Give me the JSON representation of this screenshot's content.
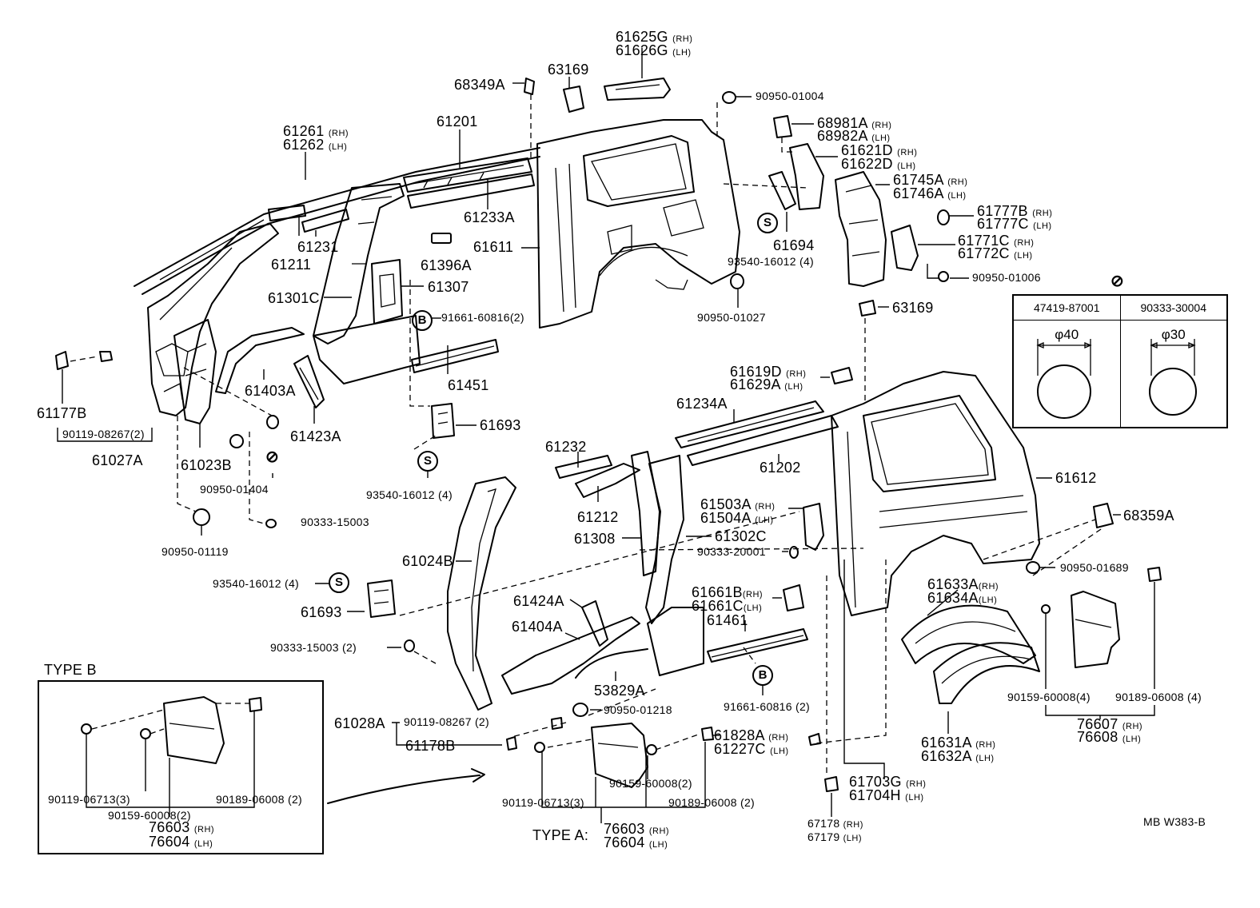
{
  "diagram_code": "MB  W383-B",
  "icons": {
    "screw_symbol": "S",
    "bolt_symbol": "B",
    "grommet_symbol": "⊘"
  },
  "table": {
    "header_symbol": "⊘",
    "col1_part": "47419-87001",
    "col2_part": "90333-30004",
    "col1_dim": "φ40",
    "col2_dim": "φ30"
  },
  "type_b": {
    "title": "TYPE  B",
    "labels": [
      "90119-06713(3)",
      "90159-60008(2)",
      "90189-06008 (2)",
      "76603",
      "(RH)",
      "76604",
      "(LH)"
    ]
  },
  "type_a": {
    "prefix": "TYPE  A:",
    "labels": [
      "76603",
      "(RH)",
      "76604",
      "(LH)",
      "90119-06713(3)",
      "90159-60008(2)",
      "90189-06008 (2)"
    ]
  },
  "parts": {
    "p61625G": "61625G",
    "p61626G": "61626G",
    "p63169a": "63169",
    "p68349A": "68349A",
    "p90950_01004": "90950-01004",
    "p68981A": "68981A",
    "p68982A": "68982A",
    "p61621D": "61621D",
    "p61622D": "61622D",
    "p61745A": "61745A",
    "p61746A": "61746A",
    "p61777B": "61777B",
    "p61777C": "61777C",
    "p61771C": "61771C",
    "p61772C": "61772C",
    "p90950_01006": "90950-01006",
    "p61201": "61201",
    "p61261": "61261",
    "p61262": "61262",
    "p61233A": "61233A",
    "p61231": "61231",
    "p61211": "61211",
    "p61611": "61611",
    "p61694": "61694",
    "p93540_16012_4a": "93540-16012 (4)",
    "p61396A": "61396A",
    "p61307": "61307",
    "p61301C": "61301C",
    "p90950_01027": "90950-01027",
    "p63169b": "63169",
    "p91661_60816_2a": "91661-60816(2)",
    "p61451": "61451",
    "p61403A": "61403A",
    "p61423A": "61423A",
    "p61177B": "61177B",
    "p90119_08267_2a": "90119-08267(2)",
    "p61027A": "61027A",
    "p61023B": "61023B",
    "p90950_01404": "90950-01404",
    "p61693a": "61693",
    "p93540_16012_4b": "93540-16012 (4)",
    "p90333_15003": "90333-15003",
    "p90950_01119": "90950-01119",
    "p61619D": "61619D",
    "p61629A": "61629A",
    "p61234A": "61234A",
    "p61232": "61232",
    "p61202": "61202",
    "p61612": "61612",
    "p61212": "61212",
    "p61503A": "61503A",
    "p61504A": "61504A",
    "p68359A": "68359A",
    "p61308": "61308",
    "p61302C": "61302C",
    "p90333_20001": "90333-20001",
    "p61024B": "61024B",
    "p90950_01689": "90950-01689",
    "p93540_16012_4c": "93540-16012 (4)",
    "p61661B": "61661B",
    "p61661C": "61661C",
    "p61633A": "61633A",
    "p61634A": "61634A",
    "p61693b": "61693",
    "p61424A": "61424A",
    "p61461": "61461",
    "p61404A": "61404A",
    "p90333_15003_2": "90333-15003 (2)",
    "p53829A": "53829A",
    "p91661_60816_2b": "91661-60816 (2)",
    "p90159_60008_4": "90159-60008(4)",
    "p90189_06008_4": "90189-06008 (4)",
    "p90950_01218": "90950-01218",
    "p61028A": "61028A",
    "p90119_08267_2b": "90119-08267 (2)",
    "p61178B": "61178B",
    "p61828A": "61828A",
    "p61227C": "61227C",
    "p61631A": "61631A",
    "p61632A": "61632A",
    "p76607": "76607",
    "p76608": "76608",
    "p61703G": "61703G",
    "p61704H": "61704H",
    "p67178": "67178",
    "p67179": "67179"
  },
  "sides": {
    "rh": "(RH)",
    "lh": "(LH)"
  }
}
